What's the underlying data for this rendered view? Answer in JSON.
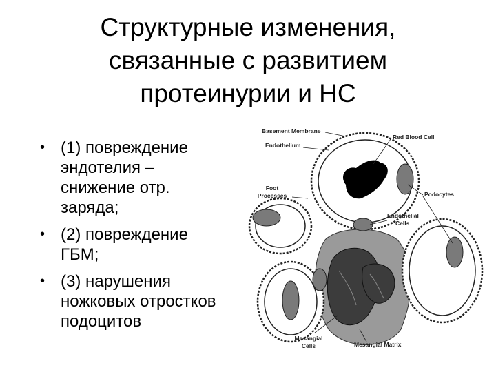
{
  "slide": {
    "title_lines": [
      "Структурные изменения,",
      "связанные с развитием",
      "протеинурии и НС"
    ],
    "bullets": [
      {
        "marker": "•",
        "text": "(1) повреждение\nэндотелия –\nснижение отр.\nзаряда;"
      },
      {
        "marker": "•",
        "text": "(2) повреждение\nГБМ;"
      },
      {
        "marker": "•",
        "text": "(3) нарушения\nножковых отростков\nподоцитов"
      }
    ]
  },
  "diagram": {
    "labels": {
      "basement_membrane": "Basement Membrane",
      "endothelium": "Endothelium",
      "red_blood_cell": "Red Blood Cell",
      "foot_processes_1": "Foot",
      "foot_processes_2": "Processes",
      "podocytes": "Podocytes",
      "endothelial_cells_1": "Endothelial",
      "endothelial_cells_2": "Cells",
      "mesangial_cells_1": "Mesangial",
      "mesangial_cells_2": "Cells",
      "mesangial_matrix": "Mesangial Matrix"
    },
    "colors": {
      "mesangium": "#9a9a9a",
      "cell_dark": "#3c3c3c",
      "cell_gray": "#7a7a7a",
      "rbc": "#000000"
    }
  }
}
